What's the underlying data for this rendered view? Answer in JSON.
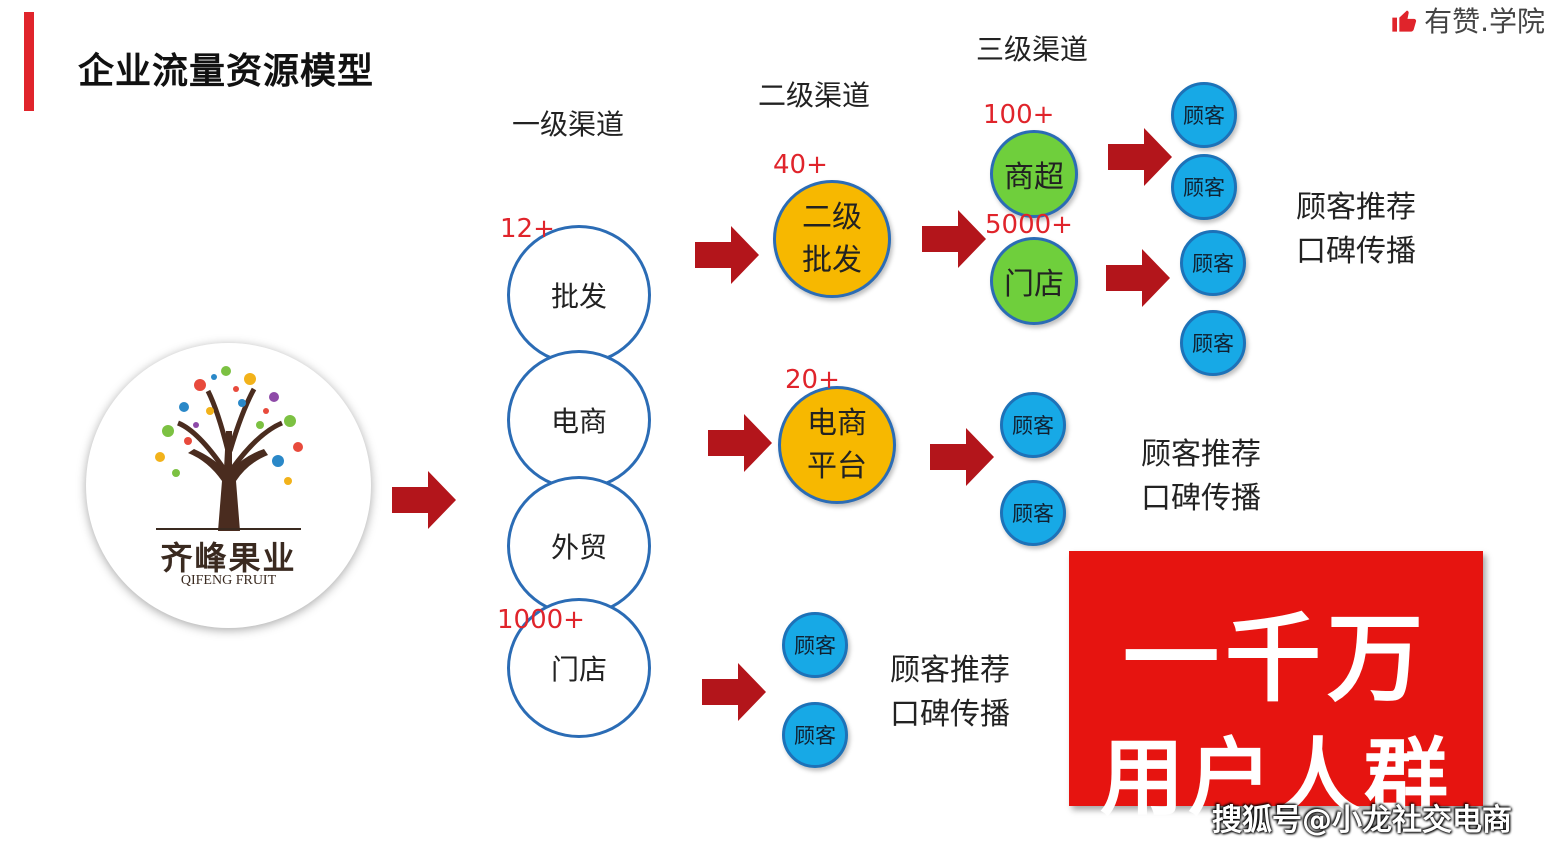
{
  "header": {
    "title": "企业流量资源模型",
    "brand": "有赞.学院",
    "accent_color": "#e0242b"
  },
  "logo": {
    "name_cn": "齐峰果业",
    "name_en": "QIFENG FRUIT"
  },
  "levels": {
    "level1": "一级渠道",
    "level2": "二级渠道",
    "level3": "三级渠道"
  },
  "level1_nodes": [
    {
      "label": "批发",
      "count": "12+"
    },
    {
      "label": "电商",
      "count": ""
    },
    {
      "label": "外贸",
      "count": ""
    },
    {
      "label": "门店",
      "count": "1000+"
    }
  ],
  "level2_nodes": [
    {
      "line1": "二级",
      "line2": "批发",
      "count": "40+"
    },
    {
      "line1": "电商",
      "line2": "平台",
      "count": "20+"
    }
  ],
  "level3_nodes": [
    {
      "label": "商超",
      "count": "100+"
    },
    {
      "label": "门店",
      "count": "5000+"
    }
  ],
  "customer_label": "顾客",
  "notes": [
    {
      "line1": "顾客推荐",
      "line2": "口碑传播"
    },
    {
      "line1": "顾客推荐",
      "line2": "口碑传播"
    },
    {
      "line1": "顾客推荐",
      "line2": "口碑传播"
    }
  ],
  "highlight": {
    "line1": "一千万",
    "line2": "用户人群",
    "color": "#e61410"
  },
  "watermark": "搜狐号@小龙社交电商",
  "colors": {
    "arrow": "#b3151b",
    "level2_fill": "#f7b800",
    "level3_fill": "#6fcf3c",
    "customer_fill": "#17a9e6",
    "node_border": "#2b6cb5"
  }
}
